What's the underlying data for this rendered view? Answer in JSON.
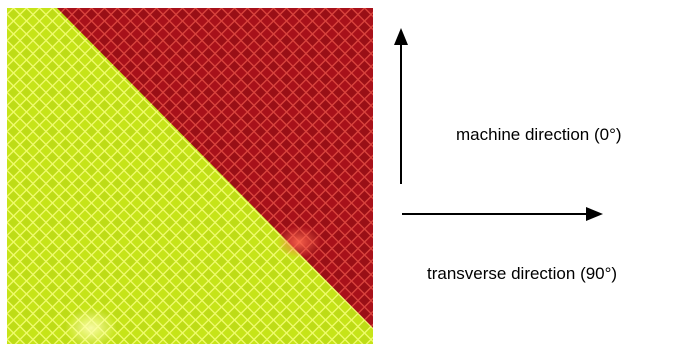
{
  "sample": {
    "yellow_color": "#d2f01a",
    "red_color": "#b4141a",
    "pattern": "diamond-lattice"
  },
  "labels": {
    "machine_direction": "machine direction (0°)",
    "transverse_direction": "transverse direction (90°)"
  },
  "arrows": {
    "machine_direction_icon": "arrow-up-icon",
    "transverse_direction_icon": "arrow-right-icon",
    "color": "#000000"
  }
}
